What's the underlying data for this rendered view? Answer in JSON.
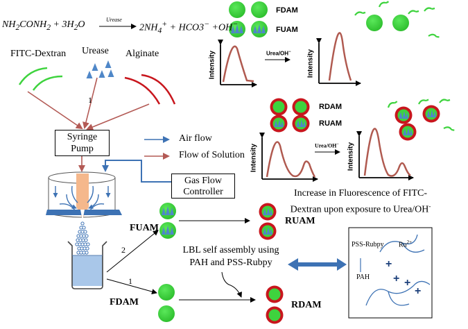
{
  "equation": {
    "lhs_a": "NH",
    "lhs_a_sub": "2",
    "lhs_b": "CONH",
    "lhs_b_sub": "2",
    "plus1": " + 3H",
    "h2o_sub": "2",
    "o": "O",
    "arrow_label": "Urease",
    "rhs_a": "2NH",
    "rhs_a_sub": "4",
    "rhs_a_sup": "+",
    "rhs_b": " + HCO3",
    "rhs_b_sup": "−",
    "rhs_c": " +OH",
    "rhs_c_sup": "−"
  },
  "materials": {
    "fitc": "FITC-Dextran",
    "urease": "Urease",
    "alginate": "Alginate",
    "step_one": "1"
  },
  "apparatus": {
    "syringe_line1": "Syringe",
    "syringe_line2": "Pump",
    "gas_line1": "Gas Flow",
    "gas_line2": "Controller"
  },
  "legend": {
    "air": "Air flow",
    "solution": "Flow of Solution"
  },
  "particles": {
    "fdam": "FDAM",
    "fuam": "FUAM",
    "rdam": "RDAM",
    "ruam": "RUAM"
  },
  "process": {
    "path2": "2",
    "path1": "1",
    "lbl_line1": "LBL self assembly using",
    "lbl_line2": "PAH and PSS-Rubpy"
  },
  "inset": {
    "pss": "PSS-Rubpy",
    "ru": "Ru",
    "ru_sup": "2+",
    "pah": "PAH",
    "plus": "+"
  },
  "plots": {
    "ylabel": "Intensity",
    "stimulus": "Urea/OH",
    "stimulus_sup": "−"
  },
  "caption": {
    "line1": "Increase in Fluorescence of FITC-",
    "line2": "Dextran upon exposure to Urea/OH",
    "sup": "-"
  },
  "colors": {
    "green": "#3ed33e",
    "red": "#c8161d",
    "blue_flow": "#3d72b4",
    "red_flow": "#b35a55",
    "peak": "#b05a50",
    "cone": "#f5b88c",
    "liquid": "#a9c7e9"
  }
}
